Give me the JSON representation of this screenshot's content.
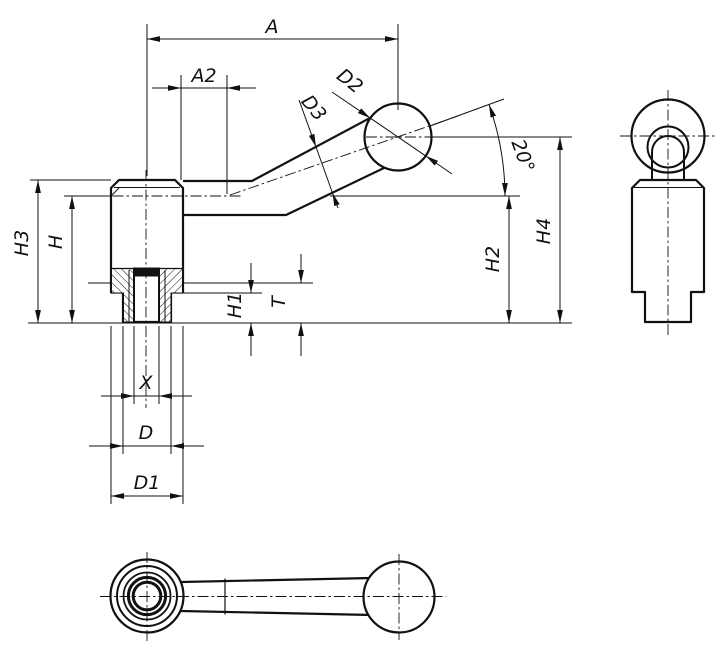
{
  "drawing": {
    "type": "technical-drawing",
    "part": "tension-lever-with-ball-knob",
    "colors": {
      "line": "#111111",
      "background": "#ffffff"
    },
    "dims": {
      "a": "A",
      "a2": "A2",
      "d2": "D2",
      "d3": "D3",
      "h": "H",
      "h1": "H1",
      "h2": "H2",
      "h3": "H3",
      "h4": "H4",
      "t": "T",
      "x": "X",
      "d": "D",
      "d1": "D1",
      "angle": "20°"
    }
  }
}
